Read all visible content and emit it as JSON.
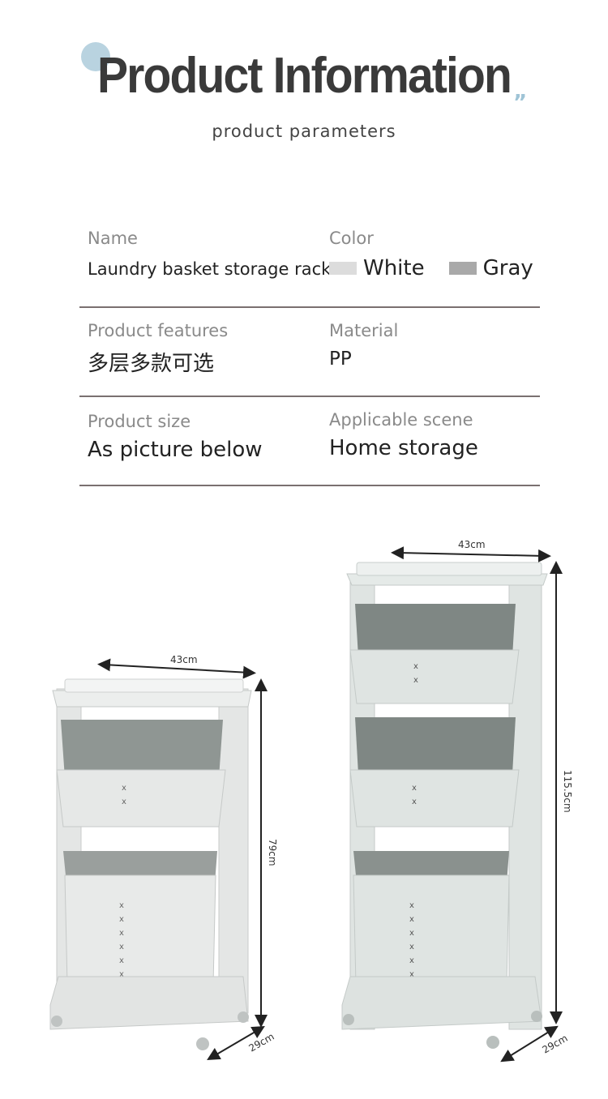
{
  "header": {
    "title": "Product Information",
    "quote_mark": "”",
    "subtitle": "product  parameters"
  },
  "params": {
    "name_label": "Name",
    "name_value": "Laundry basket storage rack",
    "color_label": "Color",
    "colors": [
      {
        "label": "White",
        "hex": "#dcdcdc"
      },
      {
        "label": "Gray",
        "hex": "#a9a9a9"
      }
    ],
    "features_label": "Product features",
    "features_value": "多层多款可选",
    "material_label": "Material",
    "material_value": "PP",
    "size_label": "Product size",
    "size_value": "As picture below",
    "scene_label": "Applicable scene",
    "scene_value": "Home storage"
  },
  "dimensions": {
    "small": {
      "width": "43cm",
      "height": "79cm",
      "depth": "29cm"
    },
    "large": {
      "width": "43cm",
      "height": "115.5cm",
      "depth": "29cm"
    }
  },
  "colors": {
    "accent_dot": "#b9d3e0",
    "rack_white": "#e9ebea",
    "rack_gray": "#c9d1cf",
    "basket_inner": "#8f9693",
    "divider": "#7a7070"
  }
}
